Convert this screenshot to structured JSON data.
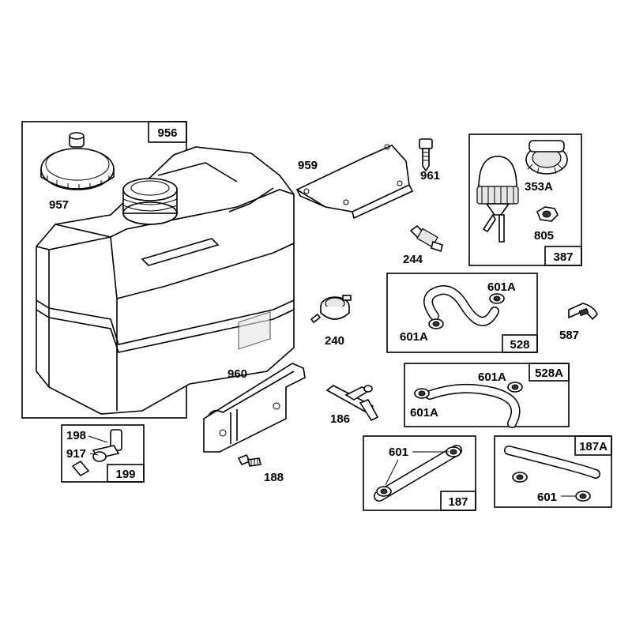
{
  "groups": {
    "g956": "956",
    "g387": "387",
    "g528": "528",
    "g528A": "528A",
    "g199": "199",
    "g187": "187",
    "g187A": "187A"
  },
  "parts": {
    "p957": "957",
    "p959": "959",
    "p961": "961",
    "p353A": "353A",
    "p805": "805",
    "p244": "244",
    "p240": "240",
    "p601A_a": "601A",
    "p601A_b": "601A",
    "p587": "587",
    "p960": "960",
    "p186": "186",
    "p601A_c": "601A",
    "p601A_d": "601A",
    "p198": "198",
    "p917": "917",
    "p188": "188",
    "p601_a": "601",
    "p601_b": "601"
  }
}
